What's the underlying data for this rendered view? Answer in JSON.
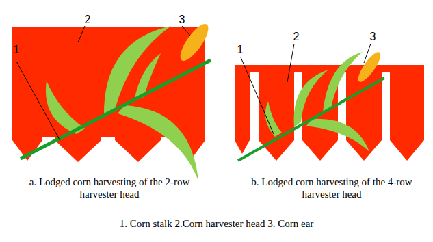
{
  "diagram": {
    "labels": [
      "1",
      "2",
      "3",
      "a. Lodged corn harvesting of the 2-row harvester head",
      "1",
      "2",
      "3",
      "b. Lodged corn harvesting of the 4-row harvester head",
      "1. Corn stalk 2.Corn harvester head 3. Corn ear"
    ]
  }
}
